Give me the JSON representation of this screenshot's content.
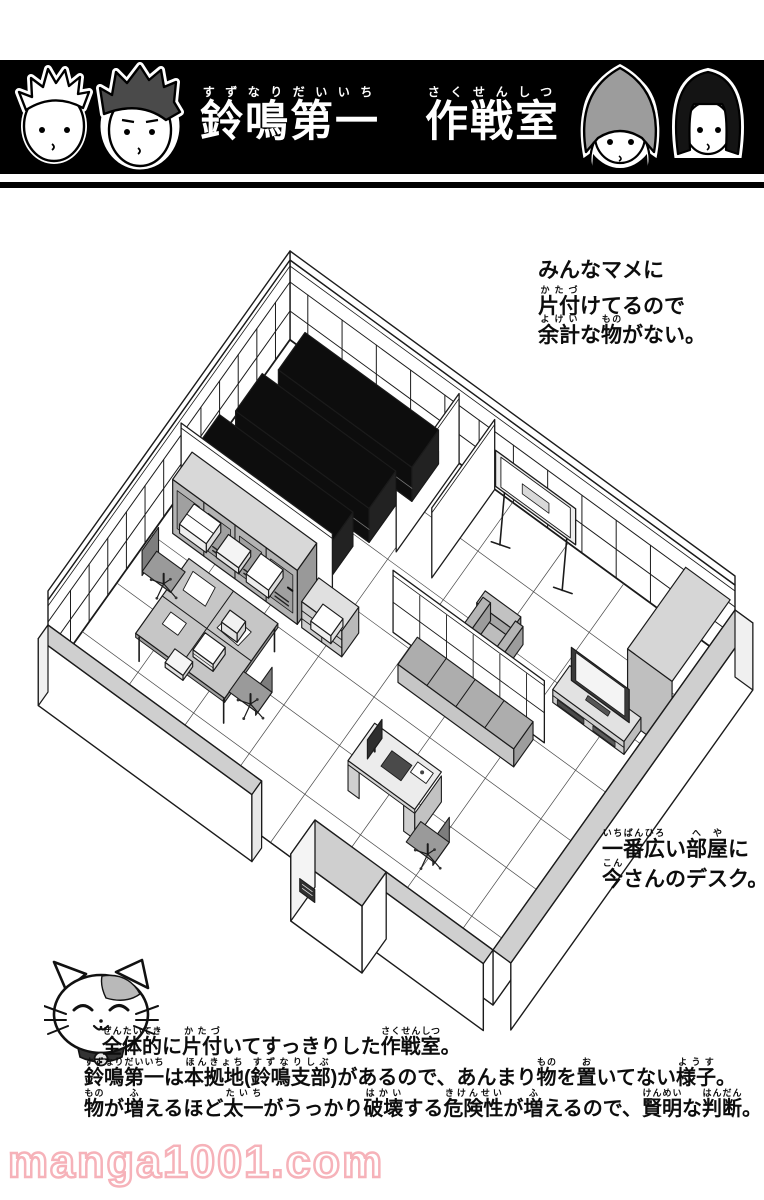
{
  "header": {
    "title": [
      [
        [
          "鈴鳴第一",
          "すずなりだいいち"
        ],
        [
          "　",
          ""
        ],
        [
          "作戦室",
          "さくせんしつ"
        ]
      ]
    ],
    "icons": [
      "boy-spiky-hair-icon",
      "boy-dark-hair-icon",
      "girl-cap-icon",
      "girl-bob-icon"
    ]
  },
  "annotations": {
    "tidy_note": [
      [
        [
          "みんなマメに",
          ""
        ]
      ],
      [
        [
          "片付",
          "かたづ"
        ],
        [
          "けてるので",
          ""
        ]
      ],
      [
        [
          "余計",
          "よけい"
        ],
        [
          "な",
          ""
        ],
        [
          "物",
          "もの"
        ],
        [
          "がない。",
          ""
        ]
      ]
    ],
    "desk_note": [
      [
        [
          "一番広",
          "いちばんひろ"
        ],
        [
          "い",
          ""
        ],
        [
          "部屋",
          "へや"
        ],
        [
          "に",
          ""
        ]
      ],
      [
        [
          "今",
          "こん"
        ],
        [
          "さんのデスク。",
          ""
        ]
      ]
    ]
  },
  "footer": {
    "lines": [
      [
        [
          "全体的",
          "ぜんたいてき"
        ],
        [
          "に",
          ""
        ],
        [
          "片付",
          "かたづ"
        ],
        [
          "いてすっきりした",
          ""
        ],
        [
          "作戦室",
          "さくせんしつ"
        ],
        [
          "。",
          ""
        ]
      ],
      [
        [
          "鈴鳴第一",
          "すずなりだいいち"
        ],
        [
          "は",
          ""
        ],
        [
          "本拠地",
          "ほんきょち"
        ],
        [
          "(",
          ""
        ],
        [
          "鈴鳴支部",
          "すずなりしぶ"
        ],
        [
          ")があるので、あんまり",
          ""
        ],
        [
          "物",
          "もの"
        ],
        [
          "を",
          ""
        ],
        [
          "置",
          "お"
        ],
        [
          "いてない",
          ""
        ],
        [
          "様子",
          "ようす"
        ],
        [
          "。",
          ""
        ]
      ],
      [
        [
          "物",
          "もの"
        ],
        [
          "が",
          ""
        ],
        [
          "増",
          "ふ"
        ],
        [
          "えるほど",
          ""
        ],
        [
          "太一",
          "たいち"
        ],
        [
          "がうっかり",
          ""
        ],
        [
          "破壊",
          "はかい"
        ],
        [
          "する",
          ""
        ],
        [
          "危険性",
          "きけんせい"
        ],
        [
          "が",
          ""
        ],
        [
          "増",
          "ふ"
        ],
        [
          "えるので、",
          ""
        ],
        [
          "賢明",
          "けんめい"
        ],
        [
          "な",
          ""
        ],
        [
          "判断",
          "はんだん"
        ],
        [
          "。",
          ""
        ]
      ]
    ],
    "mascot_icon": "cat-mascot-icon"
  },
  "watermark": {
    "text": "manga1001.com",
    "outline_color": "#f6aeb6"
  },
  "room": {
    "colors": {
      "line": "#1b1b1b",
      "wall": "#ffffff",
      "band": "#cfcfcf",
      "bed_top": "#0d0d0d",
      "bed_side": "#b2b2b2",
      "locker": "#b3b3b3",
      "furniture_gray": "#c6c6c6",
      "dark_panel": "#2f2f2f"
    }
  }
}
